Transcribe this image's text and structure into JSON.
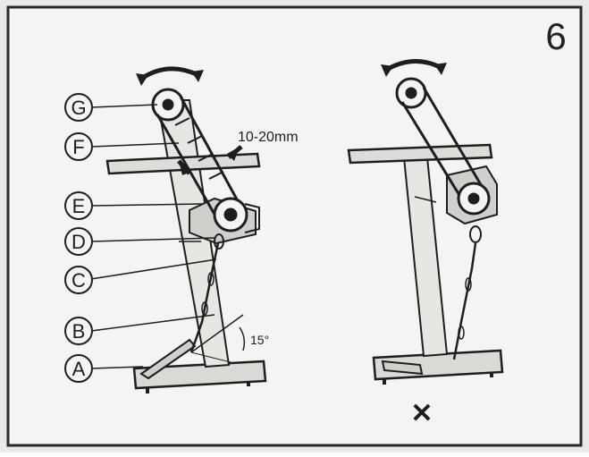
{
  "step_number": "6",
  "callouts": [
    "G",
    "F",
    "E",
    "D",
    "C",
    "B",
    "A"
  ],
  "measurement": "10-20mm",
  "angle": "15°",
  "incorrect_mark": "✕"
}
